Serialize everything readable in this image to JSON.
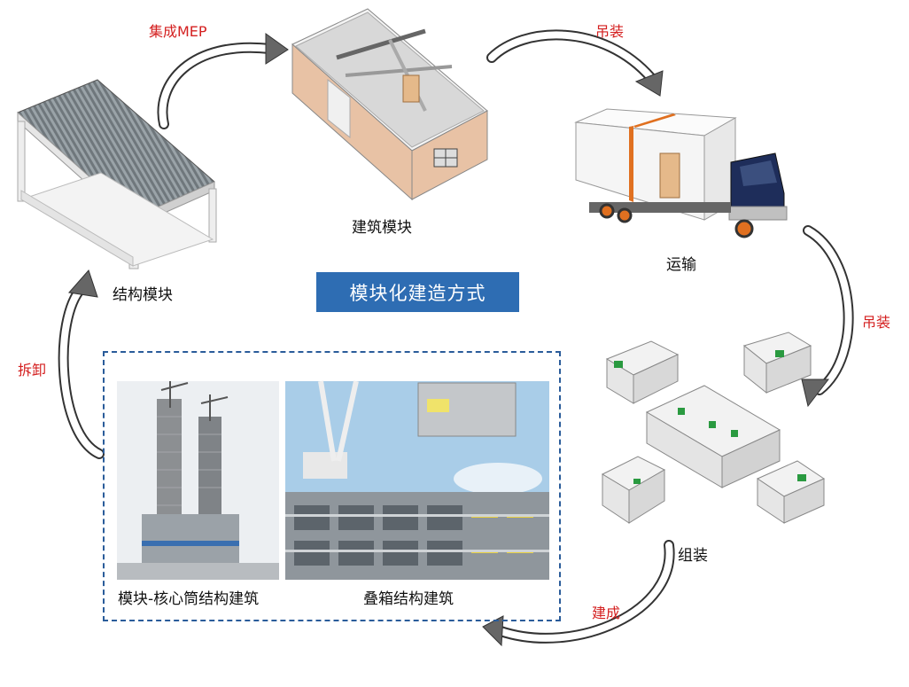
{
  "title": "模块化建造方式",
  "steps": {
    "structural_module": "结构模块",
    "building_module": "建筑模块",
    "transport": "运输",
    "assembly": "组装"
  },
  "arrows": {
    "integrate_mep": "集成MEP",
    "hoist_1": "吊装",
    "hoist_2": "吊装",
    "complete": "建成",
    "dismantle": "拆卸"
  },
  "examples": {
    "core_tube": "模块-核心筒结构建筑",
    "stacked": "叠箱结构建筑"
  },
  "colors": {
    "title_bg": "#2e6db3",
    "arrow_label": "#d42020",
    "frame_border": "#2a5c9a",
    "truck_stripe": "#e07020",
    "wall_panel": "#e8c2a5"
  }
}
